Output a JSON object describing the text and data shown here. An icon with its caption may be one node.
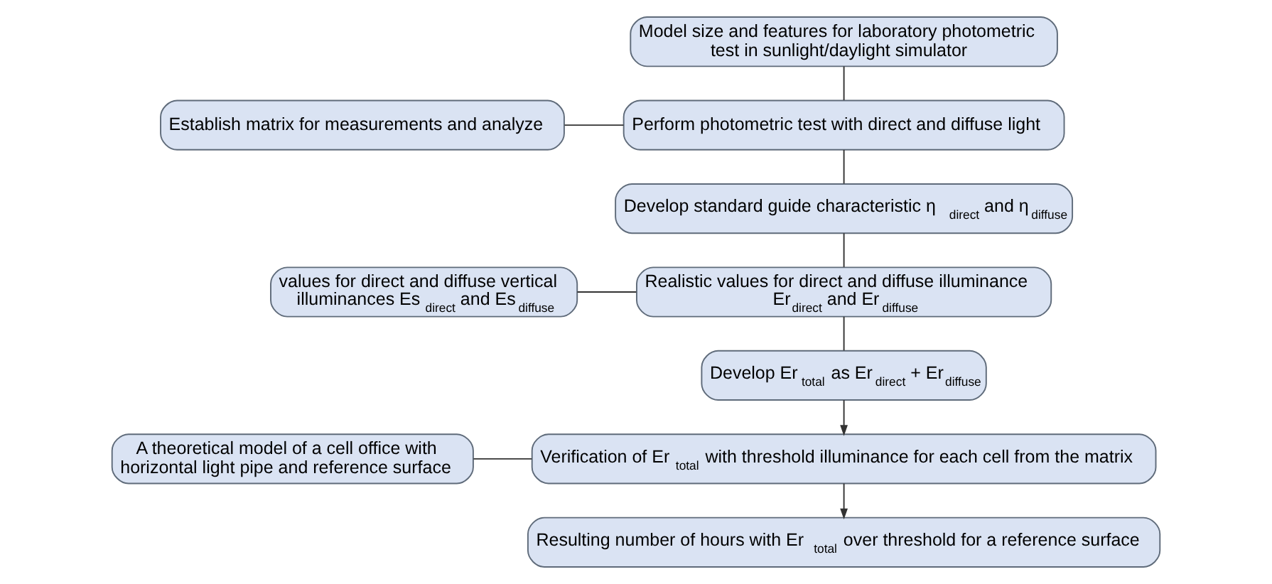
{
  "diagram": {
    "nodes": [
      {
        "text": [
          "Model size and features for laboratory photometric test in sunlight/daylight simulator"
        ]
      },
      {
        "text": [
          "Establish matrix for measurements and analyze"
        ]
      },
      {
        "text": [
          "Perform photometric test with direct and diffuse light"
        ]
      },
      {
        "text": [
          "Develop standard guide characteristic η$_{direct}$ and η$_{diffuse}$"
        ]
      },
      {
        "text": [
          "values for direct and diffuse vertical illuminances Es$_{direct}$ and Es$_{diffuse}$"
        ]
      },
      {
        "text": [
          "Realistic values for direct and diffuse illuminance Er$_{direct}$ and Er$_{diffuse}$"
        ]
      },
      {
        "text": [
          "Develop Er$_{total}$ as Er$_{direct}$ + Er$_{diffuse}$"
        ]
      },
      {
        "text": [
          "A theoretical model of a cell office with horizontal light pipe and reference surface"
        ]
      },
      {
        "text": [
          "Verification of Er$_{total}$ with threshold illuminance for each cell from the matrix"
        ]
      },
      {
        "text": [
          "Resulting number of hours with Er$_{total}$ over threshold for a reference surface"
        ]
      }
    ],
    "edges": [
      {
        "from": 0,
        "to": 2,
        "arrow": "none"
      },
      {
        "from": 1,
        "to": 2,
        "arrow": "none"
      },
      {
        "from": 2,
        "to": 3,
        "arrow": "none"
      },
      {
        "from": 3,
        "to": 5,
        "arrow": "none"
      },
      {
        "from": 4,
        "to": 5,
        "arrow": "none"
      },
      {
        "from": 5,
        "to": 6,
        "arrow": "none"
      },
      {
        "from": 6,
        "to": 8,
        "arrow": "to"
      },
      {
        "from": 7,
        "to": 8,
        "arrow": "none"
      },
      {
        "from": 8,
        "to": 9,
        "arrow": "to"
      }
    ]
  }
}
